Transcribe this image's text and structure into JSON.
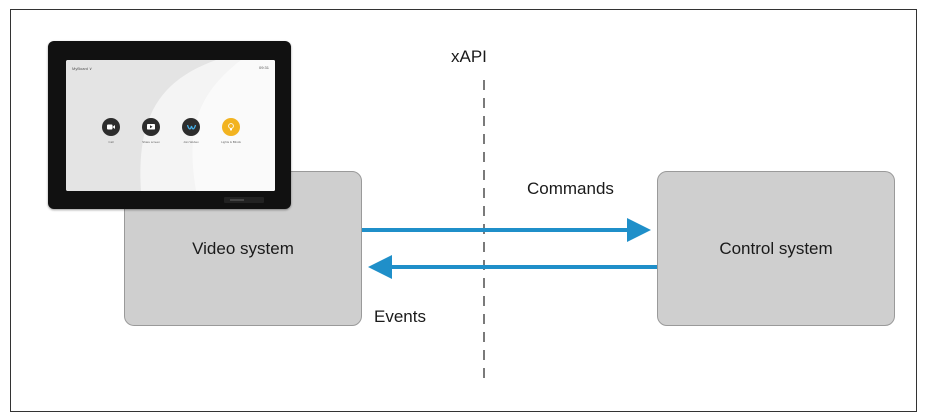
{
  "labels": {
    "xapi": "xAPI",
    "commands": "Commands",
    "events": "Events"
  },
  "video_system": {
    "label": "Video system"
  },
  "control_system": {
    "label": "Control system"
  },
  "touch_panel": {
    "screen_title": "MyBoard ∨",
    "status_time": "09:31",
    "buttons": [
      {
        "icon": "camera-icon",
        "caption": "Call",
        "color": "#2d2d2d"
      },
      {
        "icon": "share-screen-icon",
        "caption": "Share screen",
        "color": "#2d2d2d"
      },
      {
        "icon": "join-webex-icon",
        "caption": "Join Webex",
        "color": "#2d2d2d"
      },
      {
        "icon": "lightbulb-icon",
        "caption": "Lights & Blinds",
        "color": "#f2b320"
      }
    ]
  },
  "colors": {
    "arrow": "#1f8fc9",
    "box_fill": "#cfcfcf",
    "dashed_line": "#7a7a7a"
  }
}
